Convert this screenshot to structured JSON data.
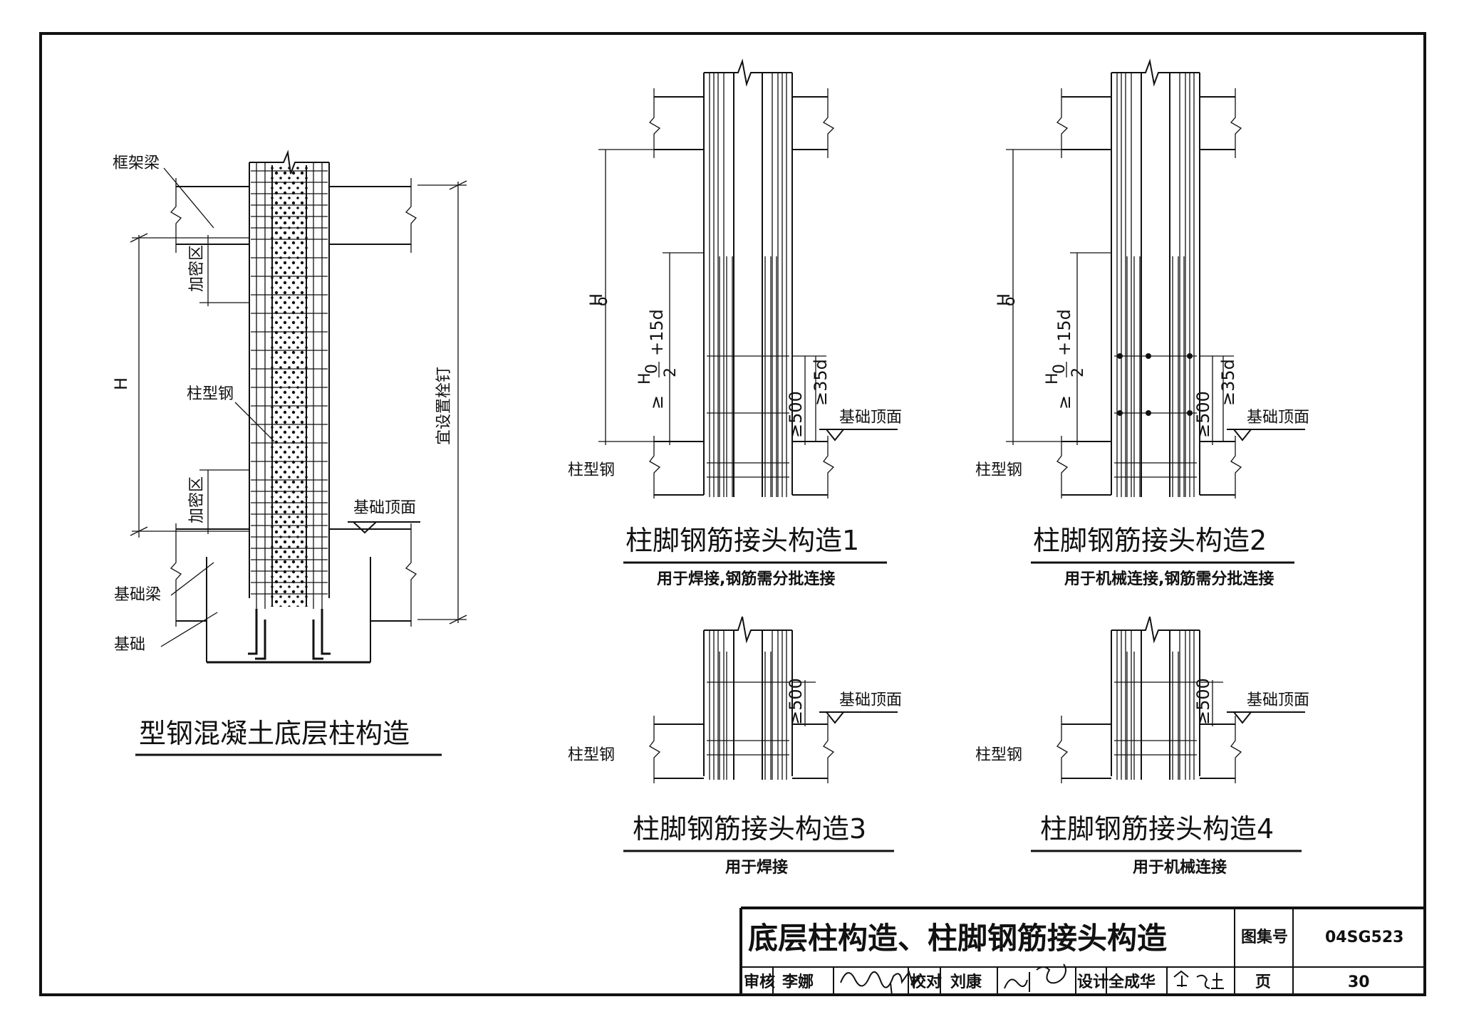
{
  "left_drawing": {
    "title": "型钢混凝土底层柱构造",
    "labels": {
      "frame_beam": "框架梁",
      "dense_zone_top": "加密区",
      "dense_zone_bottom": "加密区",
      "height": "H",
      "steel_column": "柱型钢",
      "stud_note": "宜设置栓钉",
      "foundation_top": "基础顶面",
      "foundation_beam": "基础梁",
      "foundation": "基础"
    }
  },
  "details": [
    {
      "title": "柱脚钢筋接头构造1",
      "subtitle": "用于焊接,钢筋需分批连接",
      "ho": "H",
      "ho_sub": "o",
      "ineq": "≥",
      "frac_num": "H",
      "frac_num_sub": "0",
      "frac_den": "2",
      "plus15d": "+15d",
      "ge500": "≥500",
      "ge35d": "≥35d",
      "foundation_top": "基础顶面",
      "steel_column": "柱型钢"
    },
    {
      "title": "柱脚钢筋接头构造2",
      "subtitle": "用于机械连接,钢筋需分批连接",
      "ho": "H",
      "ho_sub": "o",
      "ineq": "≥",
      "frac_num": "H",
      "frac_num_sub": "0",
      "frac_den": "2",
      "plus15d": "+15d",
      "ge500": "≥500",
      "ge35d": "≥35d",
      "foundation_top": "基础顶面",
      "steel_column": "柱型钢"
    },
    {
      "title": "柱脚钢筋接头构造3",
      "subtitle": "用于焊接",
      "ge500": "≥500",
      "foundation_top": "基础顶面",
      "steel_column": "柱型钢"
    },
    {
      "title": "柱脚钢筋接头构造4",
      "subtitle": "用于机械连接",
      "ge500": "≥500",
      "foundation_top": "基础顶面",
      "steel_column": "柱型钢"
    }
  ],
  "title_block": {
    "title": "底层柱构造、柱脚钢筋接头构造",
    "atlas_label": "图集号",
    "atlas_no": "04SG523",
    "review_label": "审核",
    "reviewer": "李娜",
    "check_label": "校对",
    "checker": "刘康",
    "design_label": "设计",
    "designer": "全成华",
    "page_label": "页",
    "page_no": "30"
  }
}
